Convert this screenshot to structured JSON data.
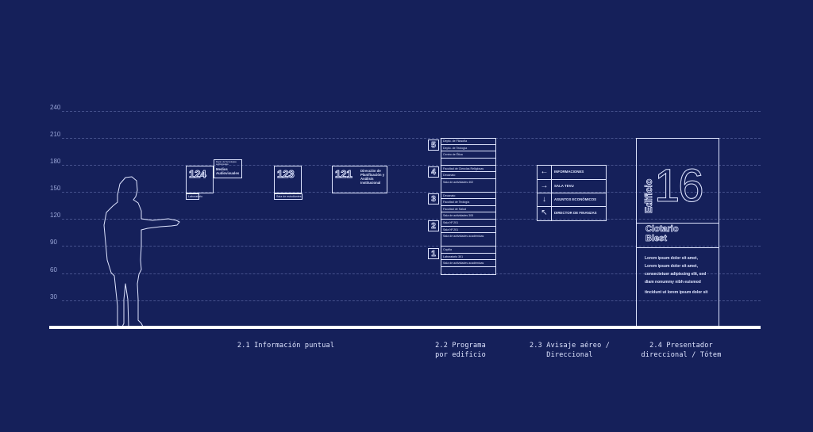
{
  "scale": {
    "ticks": [
      "240",
      "210",
      "180",
      "150",
      "120",
      "90",
      "60",
      "30"
    ]
  },
  "captions": {
    "info": "2.1 Información puntual",
    "programa_1": "2.2 Programa",
    "programa_2": "por edificio",
    "aereo_1": "2.3 Avisaje aéreo /",
    "aereo_2": "Direccional",
    "totem_1": "2.4 Presentador",
    "totem_2": "direccional / Tótem"
  },
  "info_signs": [
    {
      "number": "124",
      "tag": "Laboratorio",
      "subtitle": "Medios Audiovisuales",
      "subtitle_note": "Depto. de Tecnologías audiovisuales"
    },
    {
      "number": "123",
      "tag": "Sala de estudiantes"
    },
    {
      "number": "121",
      "title": "Dirección de Planificación y Análisis Institucional"
    }
  ],
  "program_floors": [
    {
      "number": "5",
      "rows": [
        "Depto. de Filosofía",
        "Depto. de Teología",
        "Centro de Ética",
        ""
      ]
    },
    {
      "number": "4",
      "rows": [
        "Facultad de Ciencias Religiosas",
        "Decanato",
        "Sala de actividades 402"
      ]
    },
    {
      "number": "3",
      "rows": [
        "Decanato",
        "Facultad de Teología",
        "Facultad de Salud",
        "Sala de actividades 305"
      ]
    },
    {
      "number": "2",
      "rows": [
        "Sala Nº 201",
        "Sala Nº 201",
        "Sala de actividades académicas"
      ]
    },
    {
      "number": "1",
      "rows": [
        "Capilla",
        "Laboratorio 301",
        "Sala de actividades académicas",
        ""
      ]
    }
  ],
  "directional": [
    {
      "arrow": "left-arrow-icon",
      "glyph": "←",
      "label": "INFORMACIONES"
    },
    {
      "arrow": "right-arrow-icon",
      "glyph": "→",
      "label": "SALA TEVU"
    },
    {
      "arrow": "down-arrow-icon",
      "glyph": "↓",
      "label": "ASUNTOS ECONÓMICOS"
    },
    {
      "arrow": "up-left-arrow-icon",
      "glyph": "↖",
      "label": "DIRECTOR DE FINANZAS"
    }
  ],
  "totem": {
    "vertical_label": "Edificio",
    "number": "16",
    "name_1": "Clotario",
    "name_2": "Blest",
    "body_1": "Lorem ipsum dolor sit amet,",
    "body_2": "Lorem ipsum dolor sit amet,",
    "body_3": "consectetuer adipiscing elit, sed",
    "body_4": "diam nonummy nibh euismod",
    "body_5": "tincidunt ut lorem ipsum dolor sit"
  },
  "colors": {
    "background": "#15205a",
    "line": "#dfe5ff",
    "grid": "#a0afeb"
  }
}
